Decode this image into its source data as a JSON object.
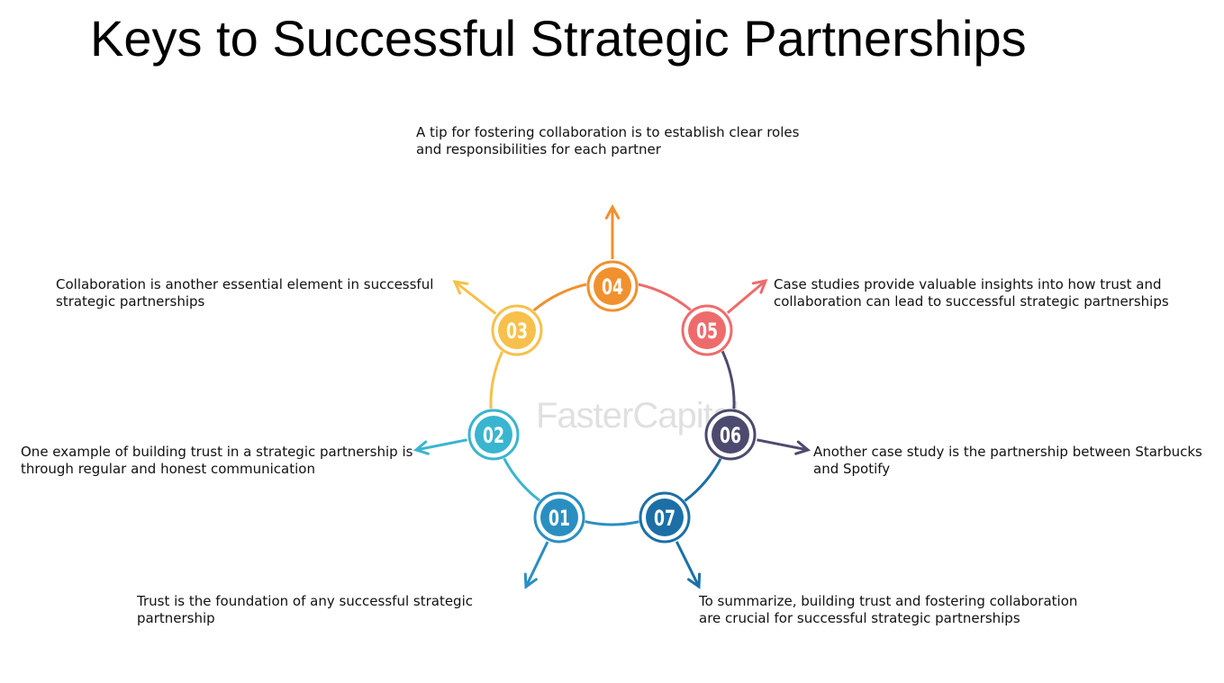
{
  "title": "Keys to Successful Strategic Partnerships",
  "watermark": "FasterCapital",
  "steps": [
    {
      "num": "01",
      "color": "#2a8fc0",
      "text": "Trust is the foundation of any successful strategic partnership"
    },
    {
      "num": "02",
      "color": "#3ab5d0",
      "text": "One example of building trust in a strategic partnership is through regular and honest communication"
    },
    {
      "num": "03",
      "color": "#f7c04a",
      "text": "Collaboration is another essential element in successful strategic partnerships"
    },
    {
      "num": "04",
      "color": "#f0912e",
      "text": "A tip for fostering collaboration is to establish clear roles and responsibilities for each partner"
    },
    {
      "num": "05",
      "color": "#ee6b6b",
      "text": "Case studies provide valuable insights into how trust and collaboration can lead to successful strategic partnerships"
    },
    {
      "num": "06",
      "color": "#4c4a6e",
      "text": "Another case study is the partnership between Starbucks and Spotify"
    },
    {
      "num": "07",
      "color": "#1c6fa6",
      "text": "To summarize, building trust and fostering collaboration are crucial for successful strategic partnerships"
    }
  ]
}
